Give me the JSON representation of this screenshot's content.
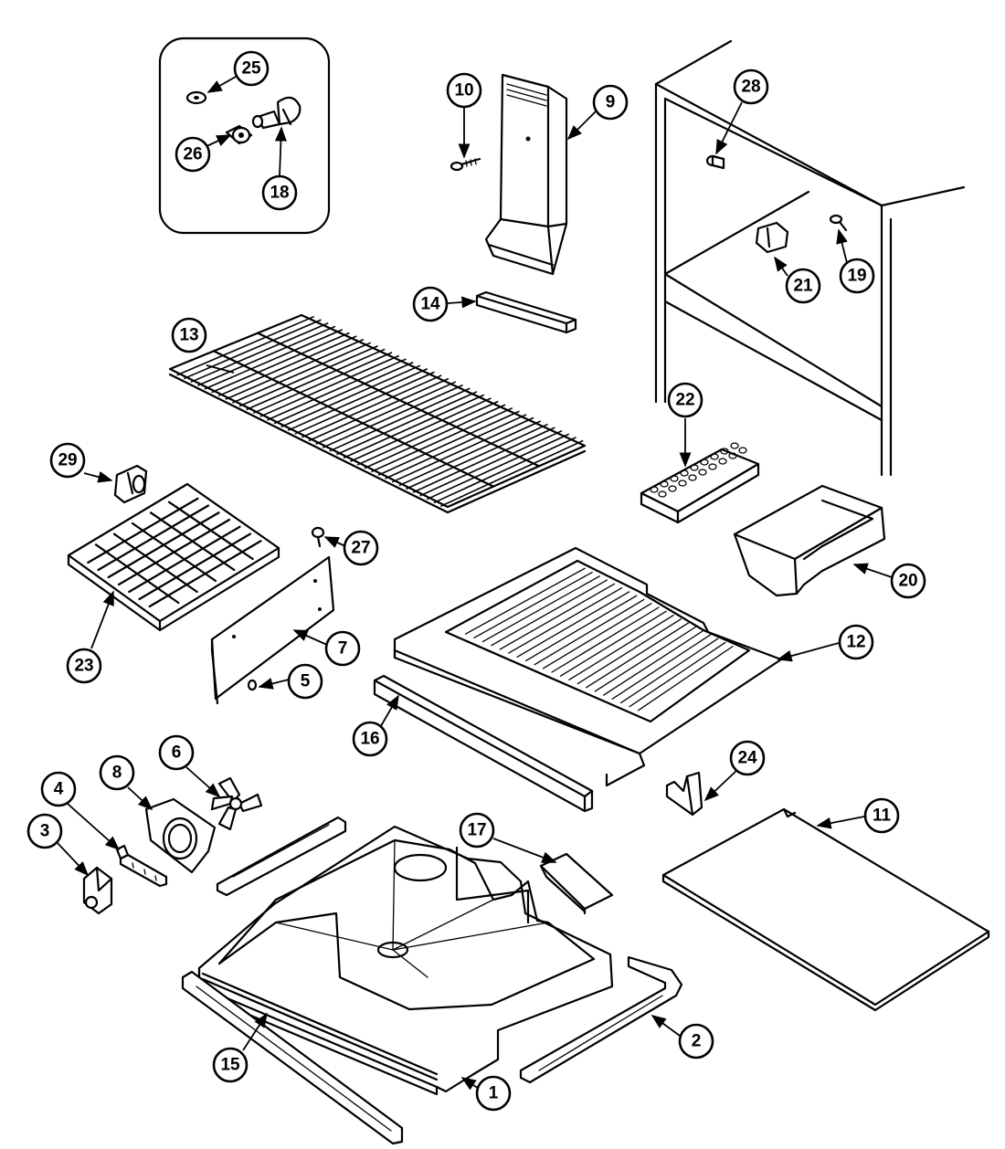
{
  "callouts": [
    {
      "id": "c25",
      "label": "25"
    },
    {
      "id": "c26",
      "label": "26"
    },
    {
      "id": "c18",
      "label": "18"
    },
    {
      "id": "c10",
      "label": "10"
    },
    {
      "id": "c9",
      "label": "9"
    },
    {
      "id": "c28",
      "label": "28"
    },
    {
      "id": "c14",
      "label": "14"
    },
    {
      "id": "c21",
      "label": "21"
    },
    {
      "id": "c19",
      "label": "19"
    },
    {
      "id": "c13",
      "label": "13"
    },
    {
      "id": "c22",
      "label": "22"
    },
    {
      "id": "c29",
      "label": "29"
    },
    {
      "id": "c27",
      "label": "27"
    },
    {
      "id": "c20",
      "label": "20"
    },
    {
      "id": "c23",
      "label": "23"
    },
    {
      "id": "c7",
      "label": "7"
    },
    {
      "id": "c12",
      "label": "12"
    },
    {
      "id": "c5",
      "label": "5"
    },
    {
      "id": "c16",
      "label": "16"
    },
    {
      "id": "c6",
      "label": "6"
    },
    {
      "id": "c24",
      "label": "24"
    },
    {
      "id": "c4",
      "label": "4"
    },
    {
      "id": "c8",
      "label": "8"
    },
    {
      "id": "c11",
      "label": "11"
    },
    {
      "id": "c3",
      "label": "3"
    },
    {
      "id": "c17",
      "label": "17"
    },
    {
      "id": "c2",
      "label": "2"
    },
    {
      "id": "c15",
      "label": "15"
    },
    {
      "id": "c1",
      "label": "1"
    }
  ]
}
